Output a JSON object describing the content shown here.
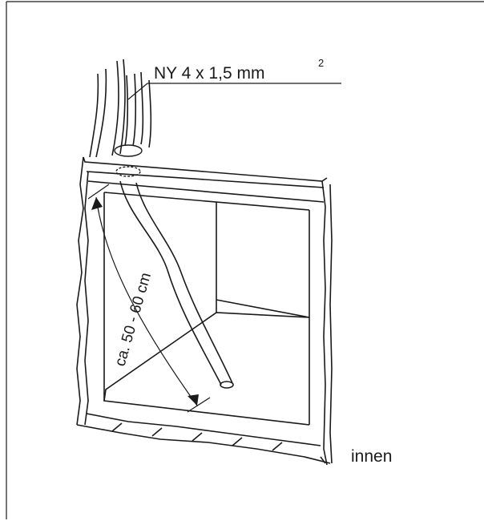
{
  "labels": {
    "cable": "NY 4 x 1,5 mm",
    "cable_superscript": "2",
    "length": "ca. 50 - 60 cm",
    "side": "innen"
  },
  "colors": {
    "ink": "#1a1a1a",
    "background": "#ffffff"
  }
}
